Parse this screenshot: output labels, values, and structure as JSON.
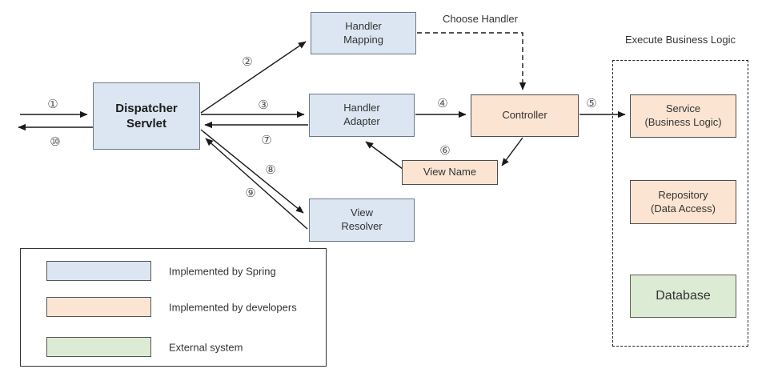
{
  "colors": {
    "spring_fill": "#dbe6f2",
    "developer_fill": "#fbe4d1",
    "external_fill": "#dcebd3",
    "arrow": "#1a1a1a"
  },
  "nodes": {
    "dispatcher_servlet": {
      "label": "Dispatcher\nServlet"
    },
    "handler_mapping": {
      "label": "Handler\nMapping"
    },
    "handler_adapter": {
      "label": "Handler\nAdapter"
    },
    "view_resolver": {
      "label": "View\nResolver"
    },
    "controller": {
      "label": "Controller"
    },
    "view_name": {
      "label": "View Name"
    },
    "service": {
      "label": "Service\n(Business Logic)"
    },
    "repository": {
      "label": "Repository\n(Data Access)"
    },
    "database": {
      "label": "Database"
    }
  },
  "annotations": {
    "choose_handler": "Choose Handler",
    "execute_business_logic": "Execute Business Logic"
  },
  "steps": {
    "s1": "①",
    "s2": "②",
    "s3": "③",
    "s4": "④",
    "s5": "⑤",
    "s6": "⑥",
    "s7": "⑦",
    "s8": "⑧",
    "s9": "⑨",
    "s10": "⑩"
  },
  "legend": {
    "items": [
      {
        "label": "Implemented by Spring",
        "color": "#dbe6f2"
      },
      {
        "label": "Implemented by developers",
        "color": "#fbe4d1"
      },
      {
        "label": "External system",
        "color": "#dcebd3"
      }
    ]
  }
}
